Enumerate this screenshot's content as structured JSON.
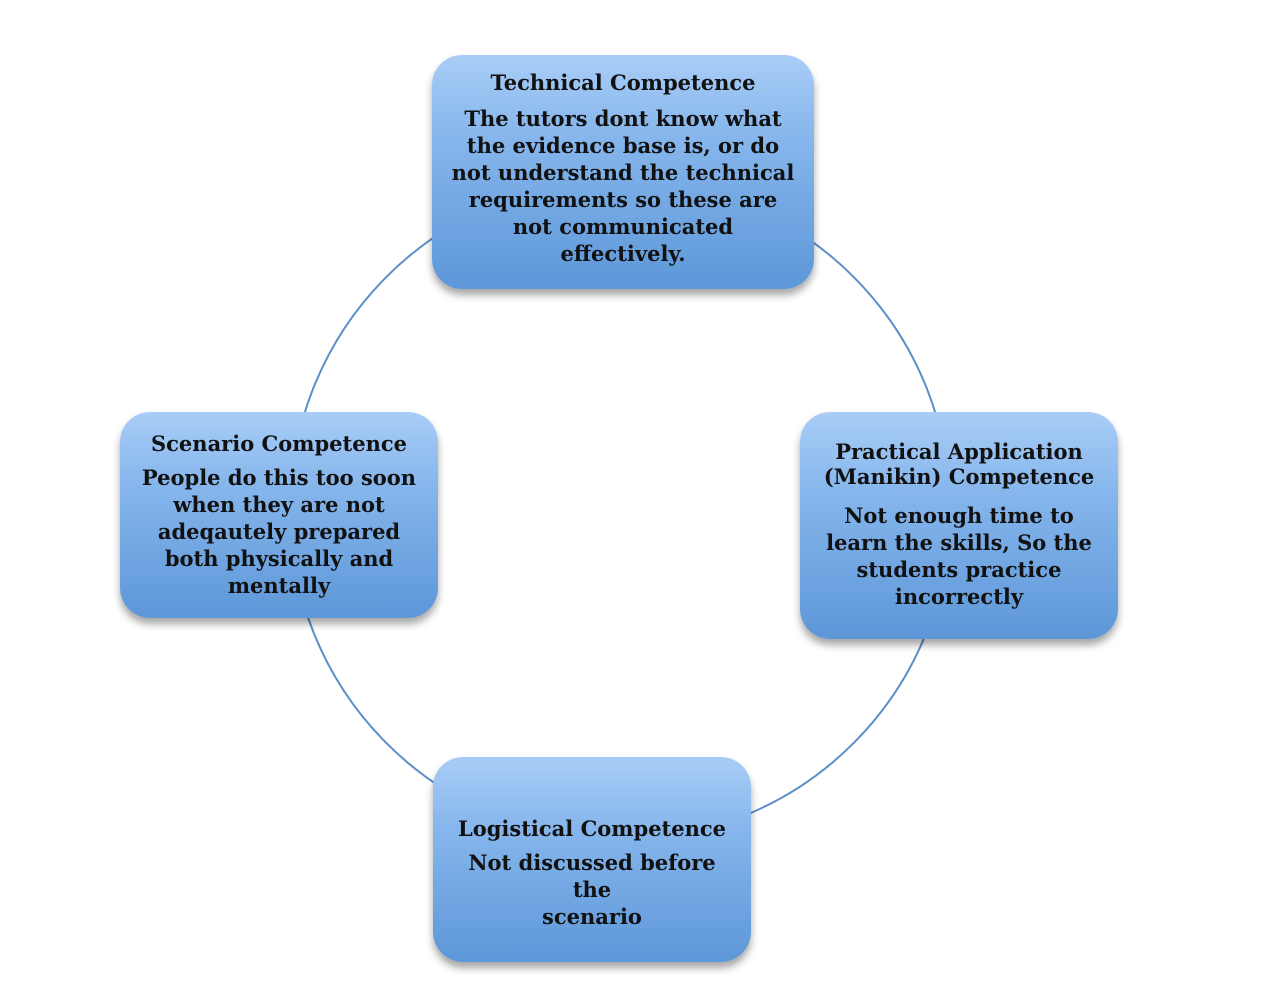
{
  "diagram": {
    "ring_color": "#5b8fc8",
    "node_gradient": [
      "#a9cdf7",
      "#5d97d8"
    ],
    "nodes": {
      "technical": {
        "title": "Technical Competence",
        "body": "The  tutors dont know what\nthe evidence base is, or do\nnot understand the technical\nrequirements so these  are\nnot communicated\neffectively."
      },
      "practical": {
        "title": "Practical Application\n(Manikin) Competence",
        "body": "Not enough time to\nlearn the skills, So the\nstudents practice\nincorrectly"
      },
      "logistical": {
        "title": "Logistical Competence",
        "body": "Not discussed before the\nscenario"
      },
      "scenario": {
        "title": "Scenario Competence",
        "body": "People do this too soon\nwhen they are not\nadeqautely prepared\nboth physically and\nmentally"
      }
    }
  }
}
